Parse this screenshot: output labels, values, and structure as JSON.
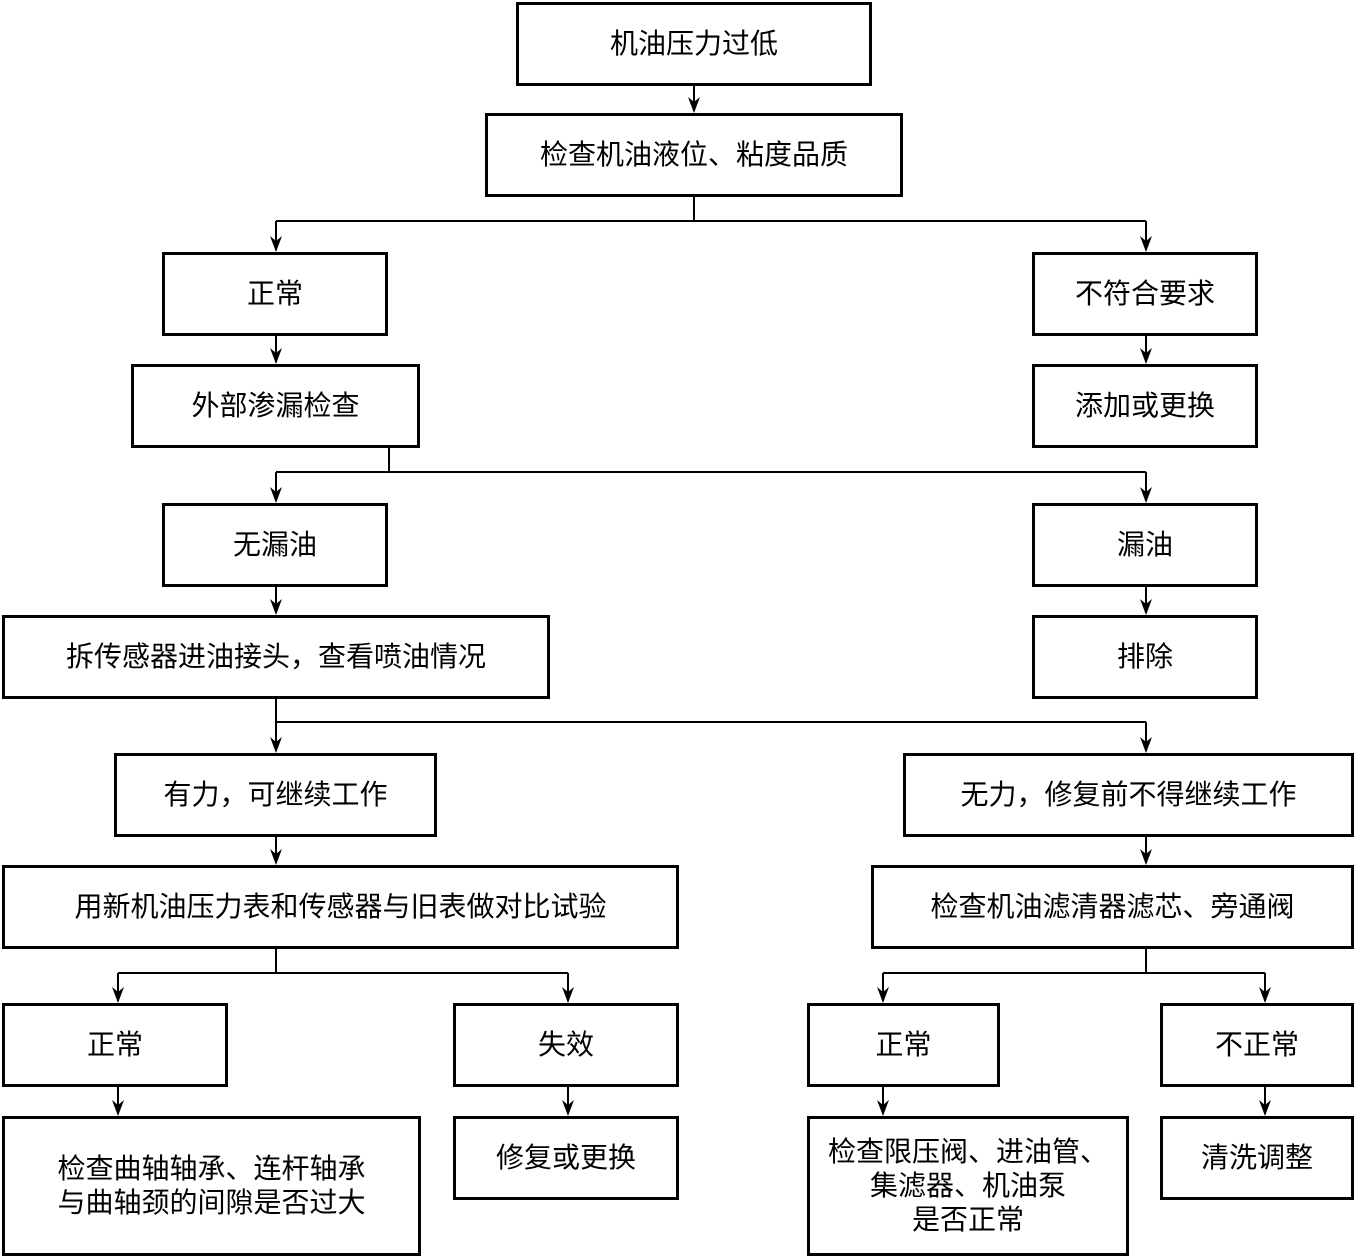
{
  "nodes": {
    "n1": "机油压力过低",
    "n2": "检查机油液位、粘度品质",
    "n3": "正常",
    "n4": "不符合要求",
    "n5": "外部渗漏检查",
    "n6": "添加或更换",
    "n7": "无漏油",
    "n8": "漏油",
    "n9": "拆传感器进油接头，查看喷油情况",
    "n10": "排除",
    "n11": "有力，可继续工作",
    "n12": "无力，修复前不得继续工作",
    "n13": "用新机油压力表和传感器与旧表做对比试验",
    "n14": "检查机油滤清器滤芯、旁通阀",
    "n15": "正常",
    "n16": "失效",
    "n17": "正常",
    "n18": "不正常",
    "n19": [
      "检查曲轴轴承、连杆轴承",
      "与曲轴颈的间隙是否过大"
    ],
    "n20": "修复或更换",
    "n21": [
      "检查限压阀、进油管、",
      "集滤器、机油泵",
      "是否正常"
    ],
    "n22": "清洗调整"
  }
}
